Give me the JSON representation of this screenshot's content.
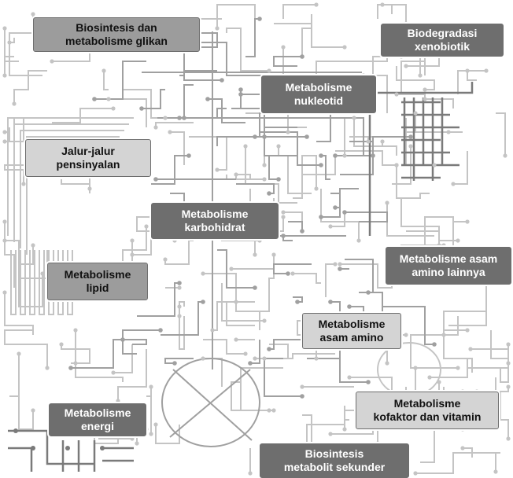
{
  "diagram": {
    "colors": {
      "light_box": "#d4d4d4",
      "mid_box": "#9c9c9c",
      "dark_box": "#6e6e6e",
      "line_light": "#c4c4c4",
      "line_mid": "#a0a0a0",
      "line_dark": "#7a7a7a"
    },
    "labels": {
      "glycan": {
        "line1": "Biosintesis dan",
        "line2": "metabolisme glikan"
      },
      "xenobiotic": {
        "line1": "Biodegradasi",
        "line2": "xenobiotik"
      },
      "nucleotide": {
        "line1": "Metabolisme",
        "line2": "nukleotid"
      },
      "signaling": {
        "line1": "Jalur-jalur",
        "line2": "pensinyalan"
      },
      "carbohydrate": {
        "line1": "Metabolisme",
        "line2": "karbohidrat"
      },
      "other_amino": {
        "line1": "Metabolisme asam",
        "line2": "amino lainnya"
      },
      "lipid": {
        "line1": "Metabolisme",
        "line2": "lipid"
      },
      "amino": {
        "line1": "Metabolisme",
        "line2": "asam amino"
      },
      "cofactor": {
        "line1": "Metabolisme",
        "line2": "kofaktor dan vitamin"
      },
      "energy": {
        "line1": "Metabolisme",
        "line2": "energi"
      },
      "secondary": {
        "line1": "Biosintesis",
        "line2": "metabolit sekunder"
      }
    }
  }
}
